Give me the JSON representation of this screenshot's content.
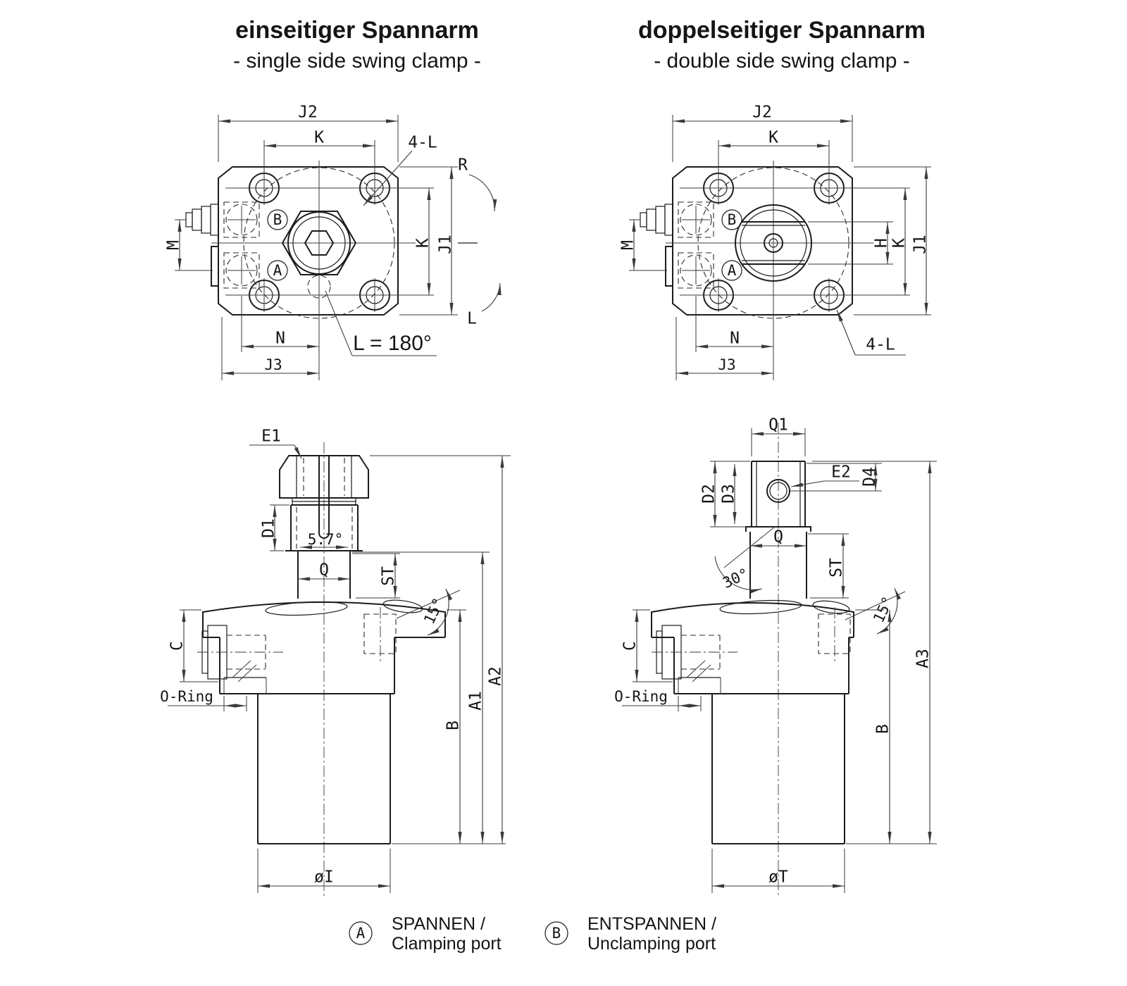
{
  "titles": {
    "left": {
      "heading": "einseitiger Spannarm",
      "subheading": "- single side swing clamp -"
    },
    "right": {
      "heading": "doppelseitiger Spannarm",
      "subheading": "- double side swing clamp -"
    }
  },
  "views": {
    "top_left": {
      "name": "single side swing clamp - top view",
      "labels": {
        "j2": "J2",
        "k_top": "K",
        "four_l": "4-L",
        "r": "R",
        "l": "L",
        "k_side": "K",
        "j1": "J1",
        "m": "M",
        "port_b": "B",
        "port_a": "A",
        "n": "N",
        "j3": "J3",
        "l_angle": "L = 180°"
      }
    },
    "top_right": {
      "name": "double side swing clamp - top view",
      "labels": {
        "j2": "J2",
        "k_top": "K",
        "m": "M",
        "port_b": "B",
        "port_a": "A",
        "h": "H",
        "k_side": "K",
        "j1": "J1",
        "n": "N",
        "j3": "J3",
        "four_l": "4-L"
      }
    },
    "bottom_left": {
      "name": "single side swing clamp - front view",
      "labels": {
        "e1": "E1",
        "d1": "D1",
        "angle_5_7": "5.7°",
        "q": "Q",
        "st": "ST",
        "angle_15": "15°",
        "c": "C",
        "o_ring": "O-Ring",
        "dia_i": "øI",
        "b": "B",
        "a1": "A1",
        "a2": "A2"
      }
    },
    "bottom_right": {
      "name": "double side swing clamp - front view",
      "labels": {
        "q1": "Q1",
        "d2": "D2",
        "d3": "D3",
        "e2": "E2",
        "d4": "D4",
        "q": "Q",
        "angle_30": "30°",
        "st": "ST",
        "angle_15": "15°",
        "c": "C",
        "o_ring": "O-Ring",
        "dia_t": "øT",
        "b": "B",
        "a3": "A3"
      }
    }
  },
  "legend": {
    "port_a": {
      "symbol": "A",
      "label_de": "SPANNEN /",
      "label_en": "Clamping port"
    },
    "port_b": {
      "symbol": "B",
      "label_de": "ENTSPANNEN /",
      "label_en": "Unclamping port"
    }
  },
  "colors": {
    "line": "#1c1c1c",
    "dim_line": "#3a3a3a",
    "background": "#ffffff"
  }
}
